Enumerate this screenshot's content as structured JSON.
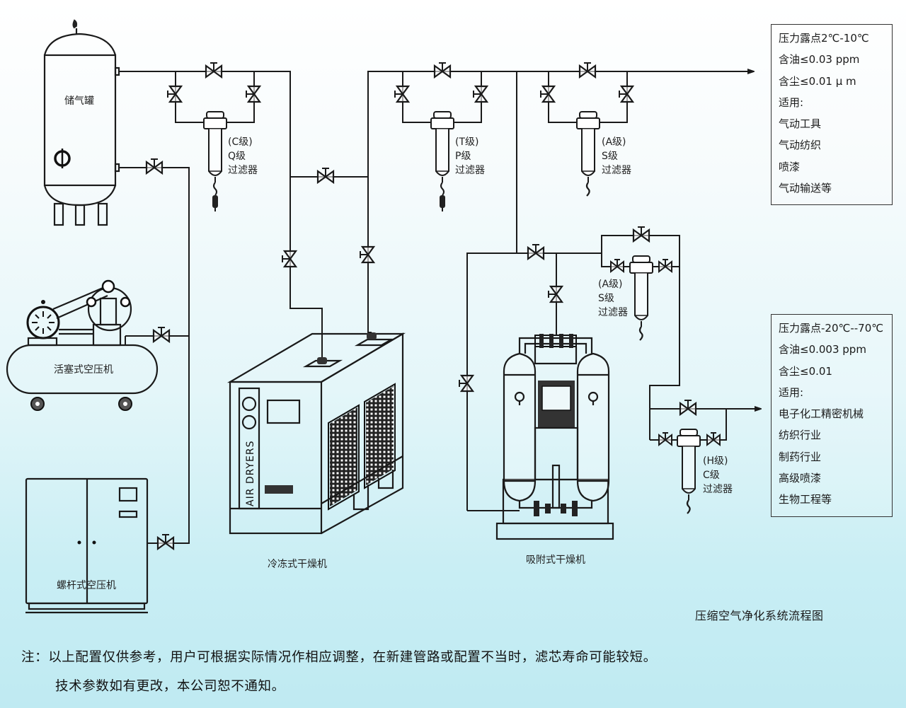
{
  "diagram": {
    "title": "压缩空气净化系统流程图",
    "equipment": {
      "air_tank": "储气罐",
      "piston_compressor": "活塞式空压机",
      "screw_compressor": "螺杆式空压机",
      "refrigerated_dryer": "冷冻式干燥机",
      "refrigerated_dryer_panel_text": "AIR DRYERS",
      "adsorption_dryer": "吸附式干燥机"
    },
    "filters": [
      {
        "id": "filter-q",
        "grade_alt": "(C级)",
        "grade": "Q级",
        "type": "过滤器"
      },
      {
        "id": "filter-p",
        "grade_alt": "(T级)",
        "grade": "P级",
        "type": "过滤器"
      },
      {
        "id": "filter-s-top",
        "grade_alt": "(A级)",
        "grade": "S级",
        "type": "过滤器"
      },
      {
        "id": "filter-s-mid",
        "grade_alt": "(A级)",
        "grade": "S级",
        "type": "过滤器"
      },
      {
        "id": "filter-c",
        "grade_alt": "(H级)",
        "grade": "C级",
        "type": "过滤器"
      }
    ],
    "spec_boxes": [
      {
        "lines": [
          "压力露点2℃-10℃",
          "含油≤0.03 ppm",
          "含尘≤0.01 μ m",
          "适用:",
          "气动工具",
          "气动纺织",
          "喷漆",
          "气动输送等"
        ]
      },
      {
        "lines": [
          "压力露点-20℃--70℃",
          "含油≤0.003 ppm",
          "含尘≤0.01",
          "适用:",
          "电子化工精密机械",
          "纺织行业",
          "制药行业",
          "高级喷漆",
          "生物工程等"
        ]
      }
    ]
  },
  "notes": {
    "line1": "注：以上配置仅供参考，用户可根据实际情况作相应调整，在新建管路或配置不当时，滤芯寿命可能较短。",
    "line2": "技术参数如有更改，本公司恕不通知。"
  }
}
